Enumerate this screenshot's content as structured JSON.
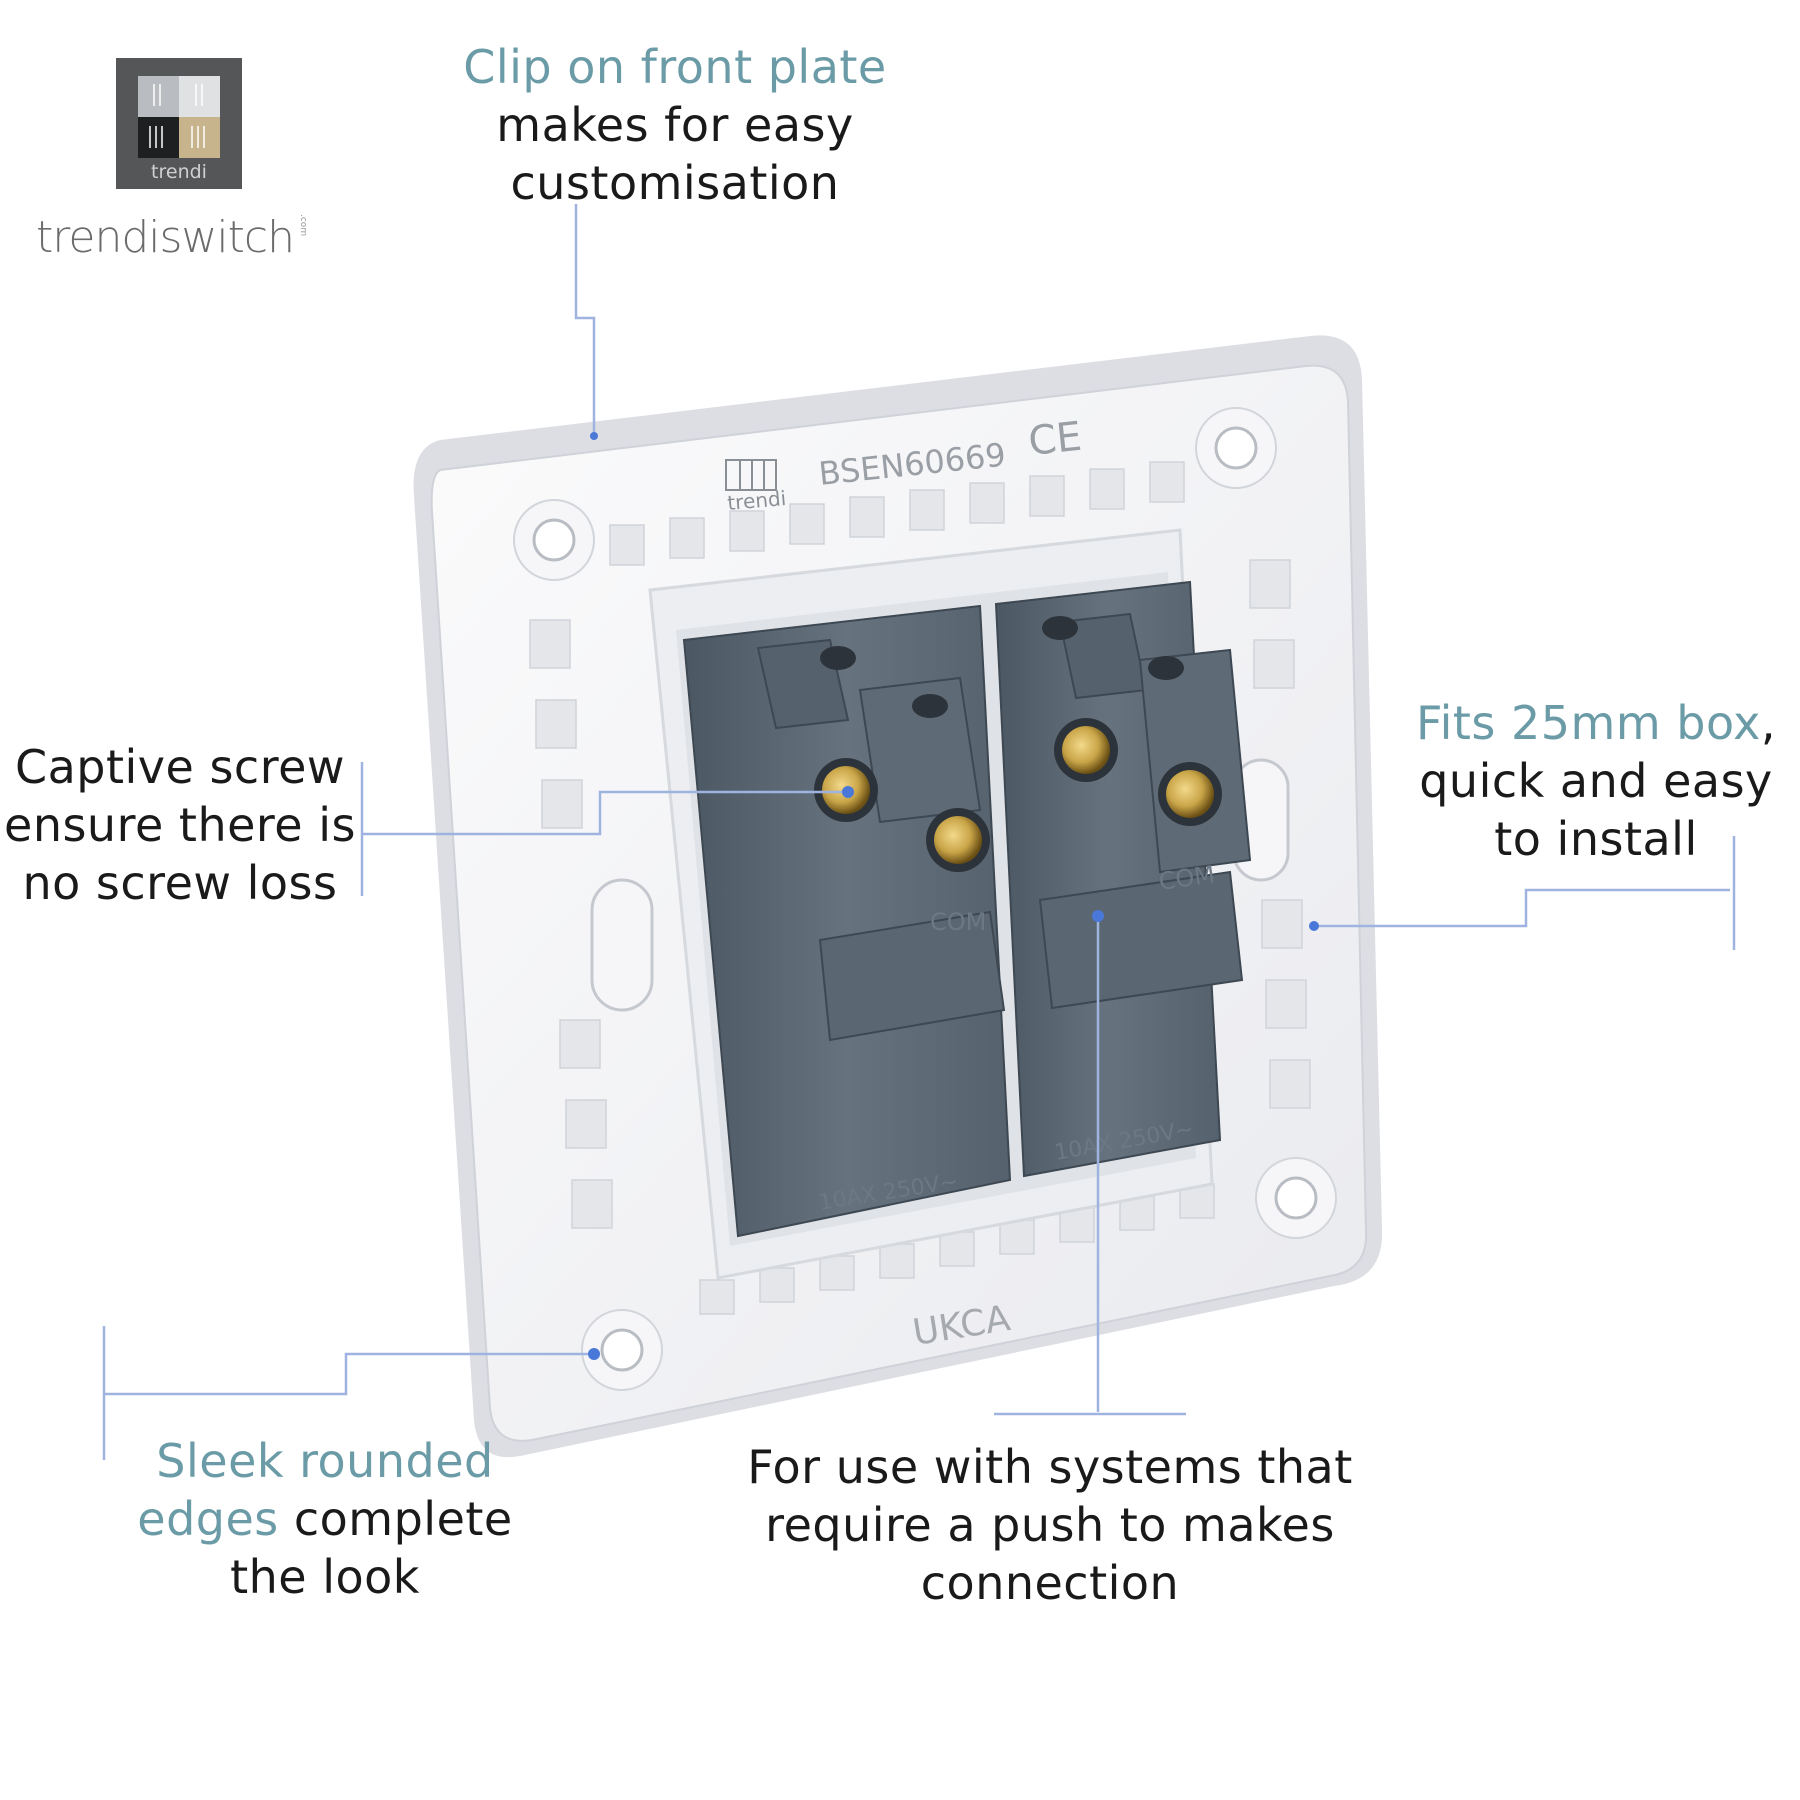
{
  "brand": {
    "logo_text": "trendi",
    "wordmark": "trendiswitch",
    "suffix": ".com"
  },
  "device": {
    "standard_mark": "BSEN60669",
    "ce_mark": "CE",
    "ukca_mark": "UKCA",
    "maker_mark": "trendi",
    "terminal_label_com": "COM",
    "rating_label": "10AX 250V~"
  },
  "callouts": {
    "clip_on": {
      "accent": "Clip on front plate",
      "rest_line1": "makes for easy",
      "rest_line2": "customisation"
    },
    "captive": {
      "line1": "Captive screw",
      "line2": "ensure there is",
      "line3": "no screw loss"
    },
    "fits": {
      "accent": "Fits 25mm box",
      "comma": ",",
      "line2": "quick and easy",
      "line3": "to install"
    },
    "sleek": {
      "accent1": "Sleek rounded",
      "accent2": "edges",
      "rest2": " complete",
      "line3": "the look"
    },
    "push": {
      "line1": "For use with systems that",
      "line2": "require a push to makes",
      "line3": "connection"
    }
  },
  "colors": {
    "accent_text": "#6a9ba6",
    "leader_line": "#9fb3e0",
    "leader_dot": "#4a78d8",
    "mechanism": "#5d6b78",
    "plate": "#f4f5f7",
    "brass": "#c9a548"
  }
}
